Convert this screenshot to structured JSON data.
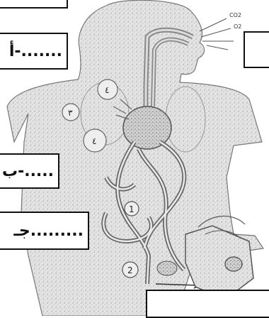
{
  "labels": {
    "a": "أ-.......",
    "b": "ب-.....",
    "c": "جـ........."
  },
  "gases": {
    "co2": "CO2",
    "o2": "O2"
  },
  "organ_numbers": {
    "n4_top": "٤",
    "n3": "٣",
    "n4_mid": "٤",
    "n1": "1",
    "n2": "2"
  }
}
